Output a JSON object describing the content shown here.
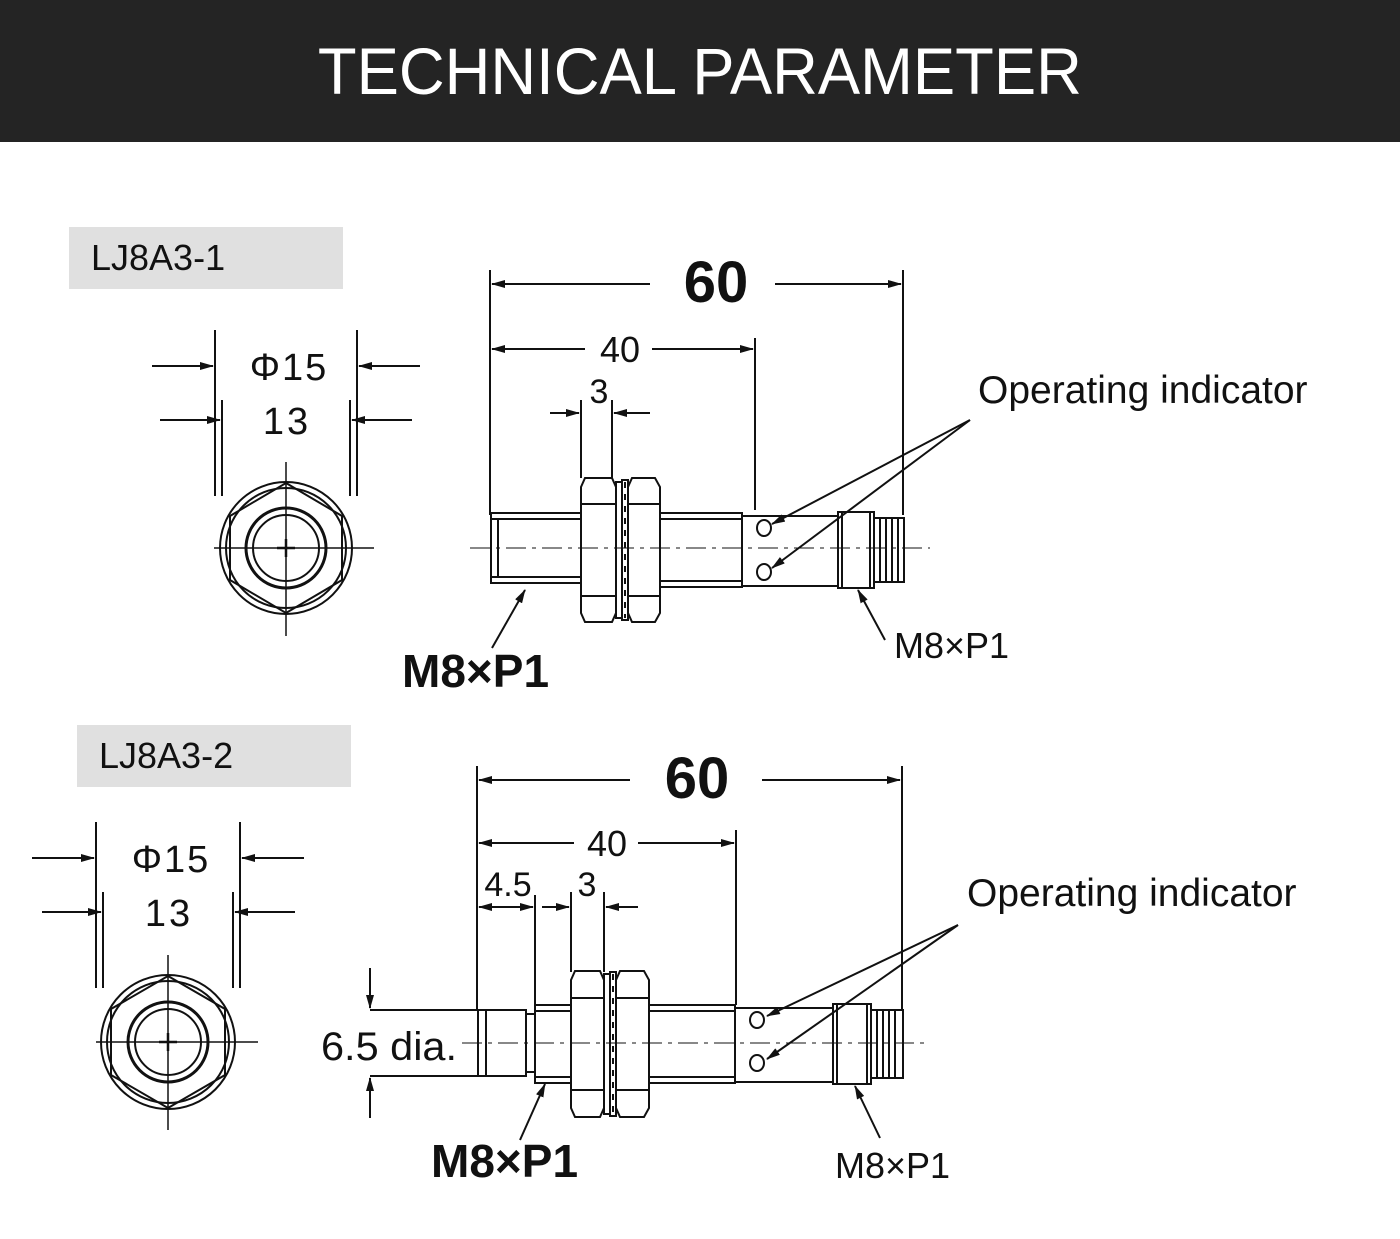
{
  "header": {
    "title": "TECHNICAL PARAMETER"
  },
  "models": [
    {
      "name": "LJ8A3-1",
      "dim_total": "60",
      "dim_40": "40",
      "dim_3": "3",
      "dim_phi": "Φ15",
      "dim_13": "13",
      "indicator_label": "Operating indicator",
      "thread_front": "M8×P1",
      "thread_rear": "M8×P1"
    },
    {
      "name": "LJ8A3-2",
      "dim_total": "60",
      "dim_40": "40",
      "dim_45": "4.5",
      "dim_3": "3",
      "dim_phi": "Φ15",
      "dim_13": "13",
      "dim_dia": "6.5 dia.",
      "indicator_label": "Operating indicator",
      "thread_front": "M8×P1",
      "thread_rear": "M8×P1"
    }
  ],
  "colors": {
    "header_bg": "#242424",
    "label_bg": "#e0e0e0",
    "line": "#111111"
  }
}
